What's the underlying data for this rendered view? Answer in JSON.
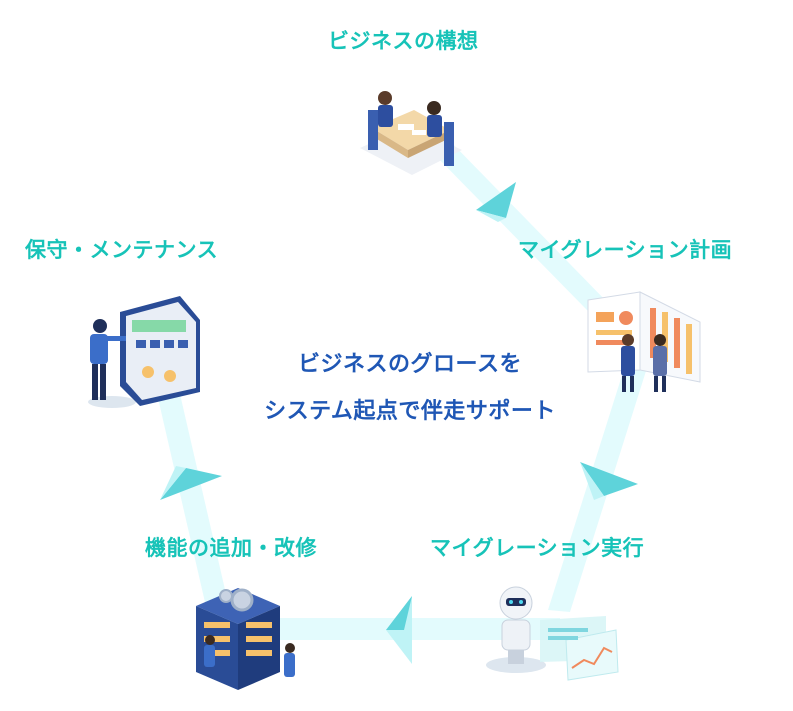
{
  "labels": {
    "concept": "ビジネスの構想",
    "migration_plan": "マイグレーション計画",
    "migration_exec": "マイグレーション実行",
    "feature_add": "機能の追加・改修",
    "maintenance": "保守・メンテナンス"
  },
  "center": {
    "line1": "ビジネスのグロースを",
    "line2": "システム起点で伴走サポート"
  },
  "colors": {
    "label": "#17c3b8",
    "center_text": "#1f57b5",
    "path": "#e3fbfd",
    "arrow_light": "#bff3f6",
    "arrow_dark": "#5ed3da"
  },
  "icons": {
    "concept": "business-meeting-icon",
    "migration_plan": "presentation-board-icon",
    "migration_exec": "robot-dashboard-icon",
    "feature_add": "server-maintenance-icon",
    "maintenance": "control-panel-icon"
  }
}
